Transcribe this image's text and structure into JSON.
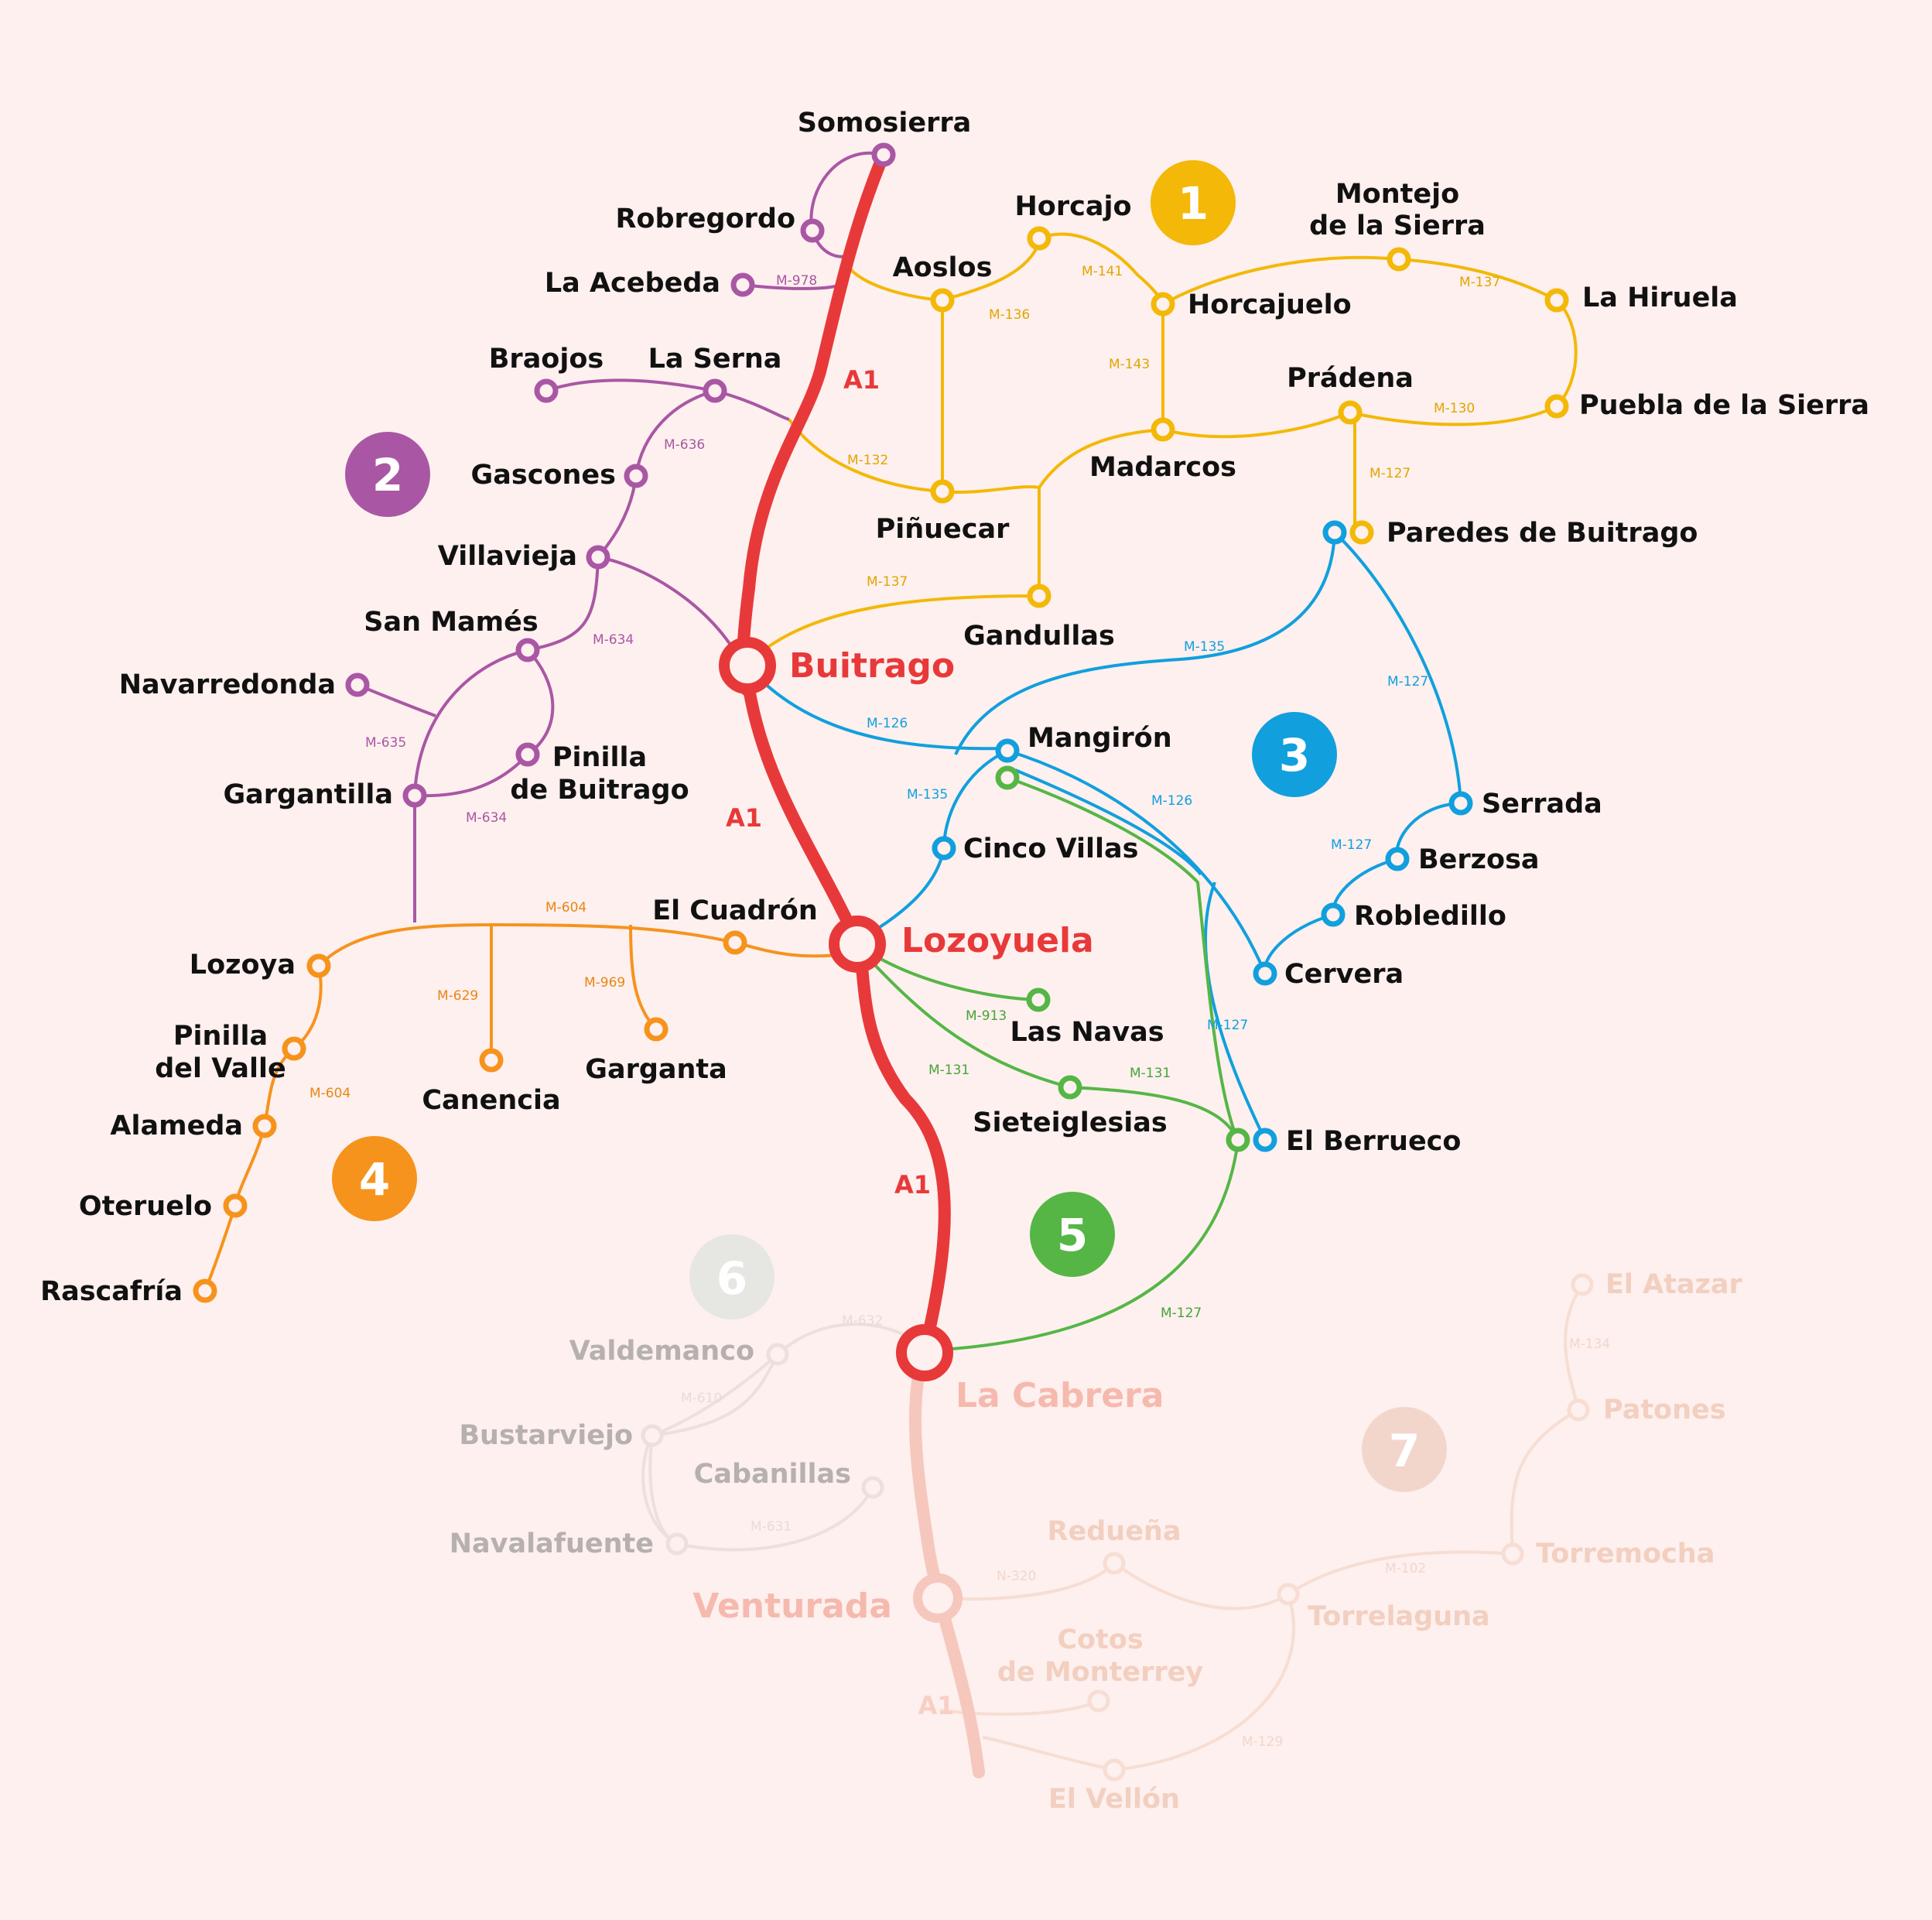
{
  "colors": {
    "background": "#fdf0ee",
    "a1": "#e8393a",
    "zone1": "#f3b808",
    "zone2": "#a957a4",
    "zone3": "#119fde",
    "zone4": "#f6931d",
    "zone5": "#55b646",
    "zone6": "#e6e6e3",
    "zone7": "#f2d6cc"
  },
  "highway": {
    "label": "A1"
  },
  "hubs": {
    "buitrago": "Buitrago",
    "lozoyuela": "Lozoyuela",
    "la_cabrera": "La Cabrera",
    "venturada": "Venturada"
  },
  "zones": [
    "1",
    "2",
    "3",
    "4",
    "5",
    "6",
    "7"
  ],
  "towns": {
    "somosierra": "Somosierra",
    "robregordo": "Robregordo",
    "la_acebeda": "La Acebeda",
    "horcajo": "Horcajo",
    "aoslos": "Aoslos",
    "horcajuelo": "Horcajuelo",
    "montejo_1": "Montejo",
    "montejo_2": "de la Sierra",
    "la_hiruela": "La Hiruela",
    "pradena": "Prádena",
    "puebla": "Puebla de la Sierra",
    "madarcos": "Madarcos",
    "pinuecar": "Piñuecar",
    "paredes": "Paredes de Buitrago",
    "gandullas": "Gandullas",
    "braojos": "Braojos",
    "la_serna": "La Serna",
    "gascones": "Gascones",
    "villavieja": "Villavieja",
    "san_mames": "San Mamés",
    "navarredonda": "Navarredonda",
    "pinilla_buitrago_1": "Pinilla",
    "pinilla_buitrago_2": "de Buitrago",
    "gargantilla": "Gargantilla",
    "mangiron": "Mangirón",
    "cinco_villas": "Cinco Villas",
    "serrada": "Serrada",
    "berzosa": "Berzosa",
    "robledillo": "Robledillo",
    "cervera": "Cervera",
    "el_berrueco": "El Berrueco",
    "el_cuadron": "El Cuadrón",
    "lozoya": "Lozoya",
    "pinilla_valle_1": "Pinilla",
    "pinilla_valle_2": "del Valle",
    "canencia": "Canencia",
    "garganta": "Garganta",
    "alameda": "Alameda",
    "oteruelo": "Oteruelo",
    "rascafria": "Rascafría",
    "las_navas": "Las Navas",
    "sieteiglesias": "Sieteiglesias",
    "valdemanco": "Valdemanco",
    "bustarviejo": "Bustarviejo",
    "cabanillas": "Cabanillas",
    "navalafuente": "Navalafuente",
    "el_atazar": "El Atazar",
    "patones": "Patones",
    "torremocha": "Torremocha",
    "reduena": "Redueña",
    "torrelaguna": "Torrelaguna",
    "cotos_1": "Cotos",
    "cotos_2": "de Monterrey",
    "el_vellon": "El Vellón"
  },
  "roads": {
    "m978": "M-978",
    "m136": "M-136",
    "m141": "M-141",
    "m137": "M-137",
    "m143": "M-143",
    "m130": "M-130",
    "m127": "M-127",
    "m132": "M-132",
    "m636": "M-636",
    "m634": "M-634",
    "m635": "M-635",
    "m135": "M-135",
    "m126": "M-126",
    "m604": "M-604",
    "m629": "M-629",
    "m969": "M-969",
    "m913": "M-913",
    "m131": "M-131",
    "m632": "M-632",
    "m610": "M-610",
    "m631": "M-631",
    "m134": "M-134",
    "m102": "M-102",
    "n320": "N-320",
    "m129": "M-129"
  }
}
